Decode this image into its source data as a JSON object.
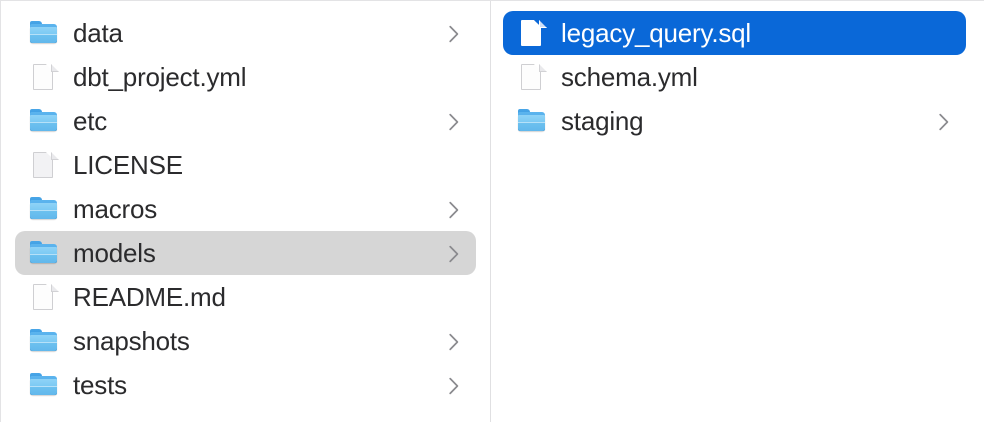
{
  "view": {
    "kind": "column-file-browser",
    "columns": 2,
    "selection_blue_hex": "#0a68d8",
    "selection_gray_hex": "#d6d6d6",
    "text_hex": "#2b2b2d",
    "divider_hex": "#e0e0e2",
    "folder_accent_hex": "#7ac9f3"
  },
  "columns": [
    {
      "name": "project-root-column",
      "items": [
        {
          "label": "data",
          "icon": "folder-icon",
          "type": "folder",
          "chevron": true,
          "state": "normal"
        },
        {
          "label": "dbt_project.yml",
          "icon": "document-icon",
          "type": "file",
          "chevron": false,
          "state": "normal"
        },
        {
          "label": "etc",
          "icon": "folder-icon",
          "type": "folder",
          "chevron": true,
          "state": "normal"
        },
        {
          "label": "LICENSE",
          "icon": "document-icon",
          "type": "file",
          "chevron": false,
          "state": "dim"
        },
        {
          "label": "macros",
          "icon": "folder-icon",
          "type": "folder",
          "chevron": true,
          "state": "normal"
        },
        {
          "label": "models",
          "icon": "folder-icon",
          "type": "folder",
          "chevron": true,
          "state": "selected-gray"
        },
        {
          "label": "README.md",
          "icon": "document-icon",
          "type": "file",
          "chevron": false,
          "state": "normal"
        },
        {
          "label": "snapshots",
          "icon": "folder-icon",
          "type": "folder",
          "chevron": true,
          "state": "normal"
        },
        {
          "label": "tests",
          "icon": "folder-icon",
          "type": "folder",
          "chevron": true,
          "state": "normal"
        }
      ]
    },
    {
      "name": "models-column",
      "items": [
        {
          "label": "legacy_query.sql",
          "icon": "document-icon",
          "type": "file",
          "chevron": false,
          "state": "selected-blue"
        },
        {
          "label": "schema.yml",
          "icon": "document-icon",
          "type": "file",
          "chevron": false,
          "state": "normal"
        },
        {
          "label": "staging",
          "icon": "folder-icon",
          "type": "folder",
          "chevron": true,
          "state": "normal"
        }
      ]
    }
  ]
}
